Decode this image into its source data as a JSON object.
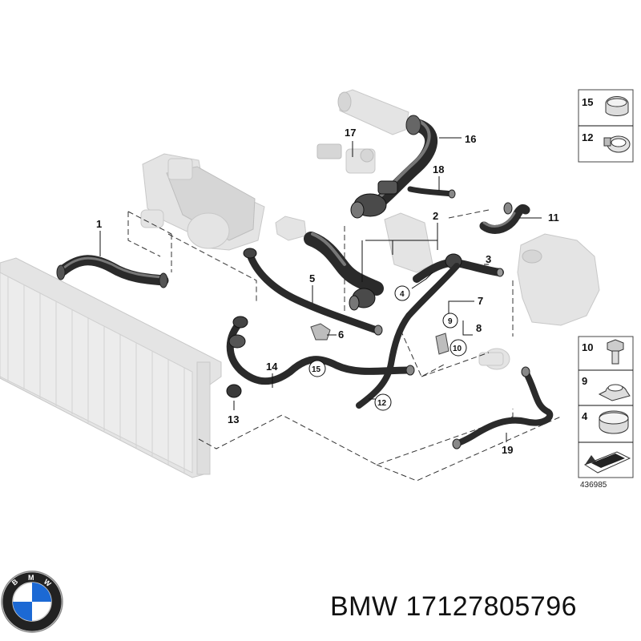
{
  "callouts": {
    "c1": "1",
    "c2": "2",
    "c3": "3",
    "c4a": "4",
    "c5": "5",
    "c6": "6",
    "c7": "7",
    "c8": "8",
    "c9a": "9",
    "c10a": "10",
    "c11": "11",
    "c12a": "12",
    "c13": "13",
    "c14": "14",
    "c15a": "15",
    "c16": "16",
    "c17": "17",
    "c18": "18",
    "c19": "19"
  },
  "legend": {
    "top": [
      {
        "num": "15"
      },
      {
        "num": "12"
      }
    ],
    "bottom": [
      {
        "num": "10"
      },
      {
        "num": "9"
      },
      {
        "num": "4"
      }
    ]
  },
  "reference_number": "436985",
  "brand": {
    "name": "BMW",
    "part_number": "17127805796",
    "caption": "BMW 17127805796"
  },
  "colors": {
    "hose": "#2a2a2a",
    "ghost_part": "#e4e4e4",
    "radiator": "#e6e6e6",
    "logo_blue": "#1c69d4"
  }
}
